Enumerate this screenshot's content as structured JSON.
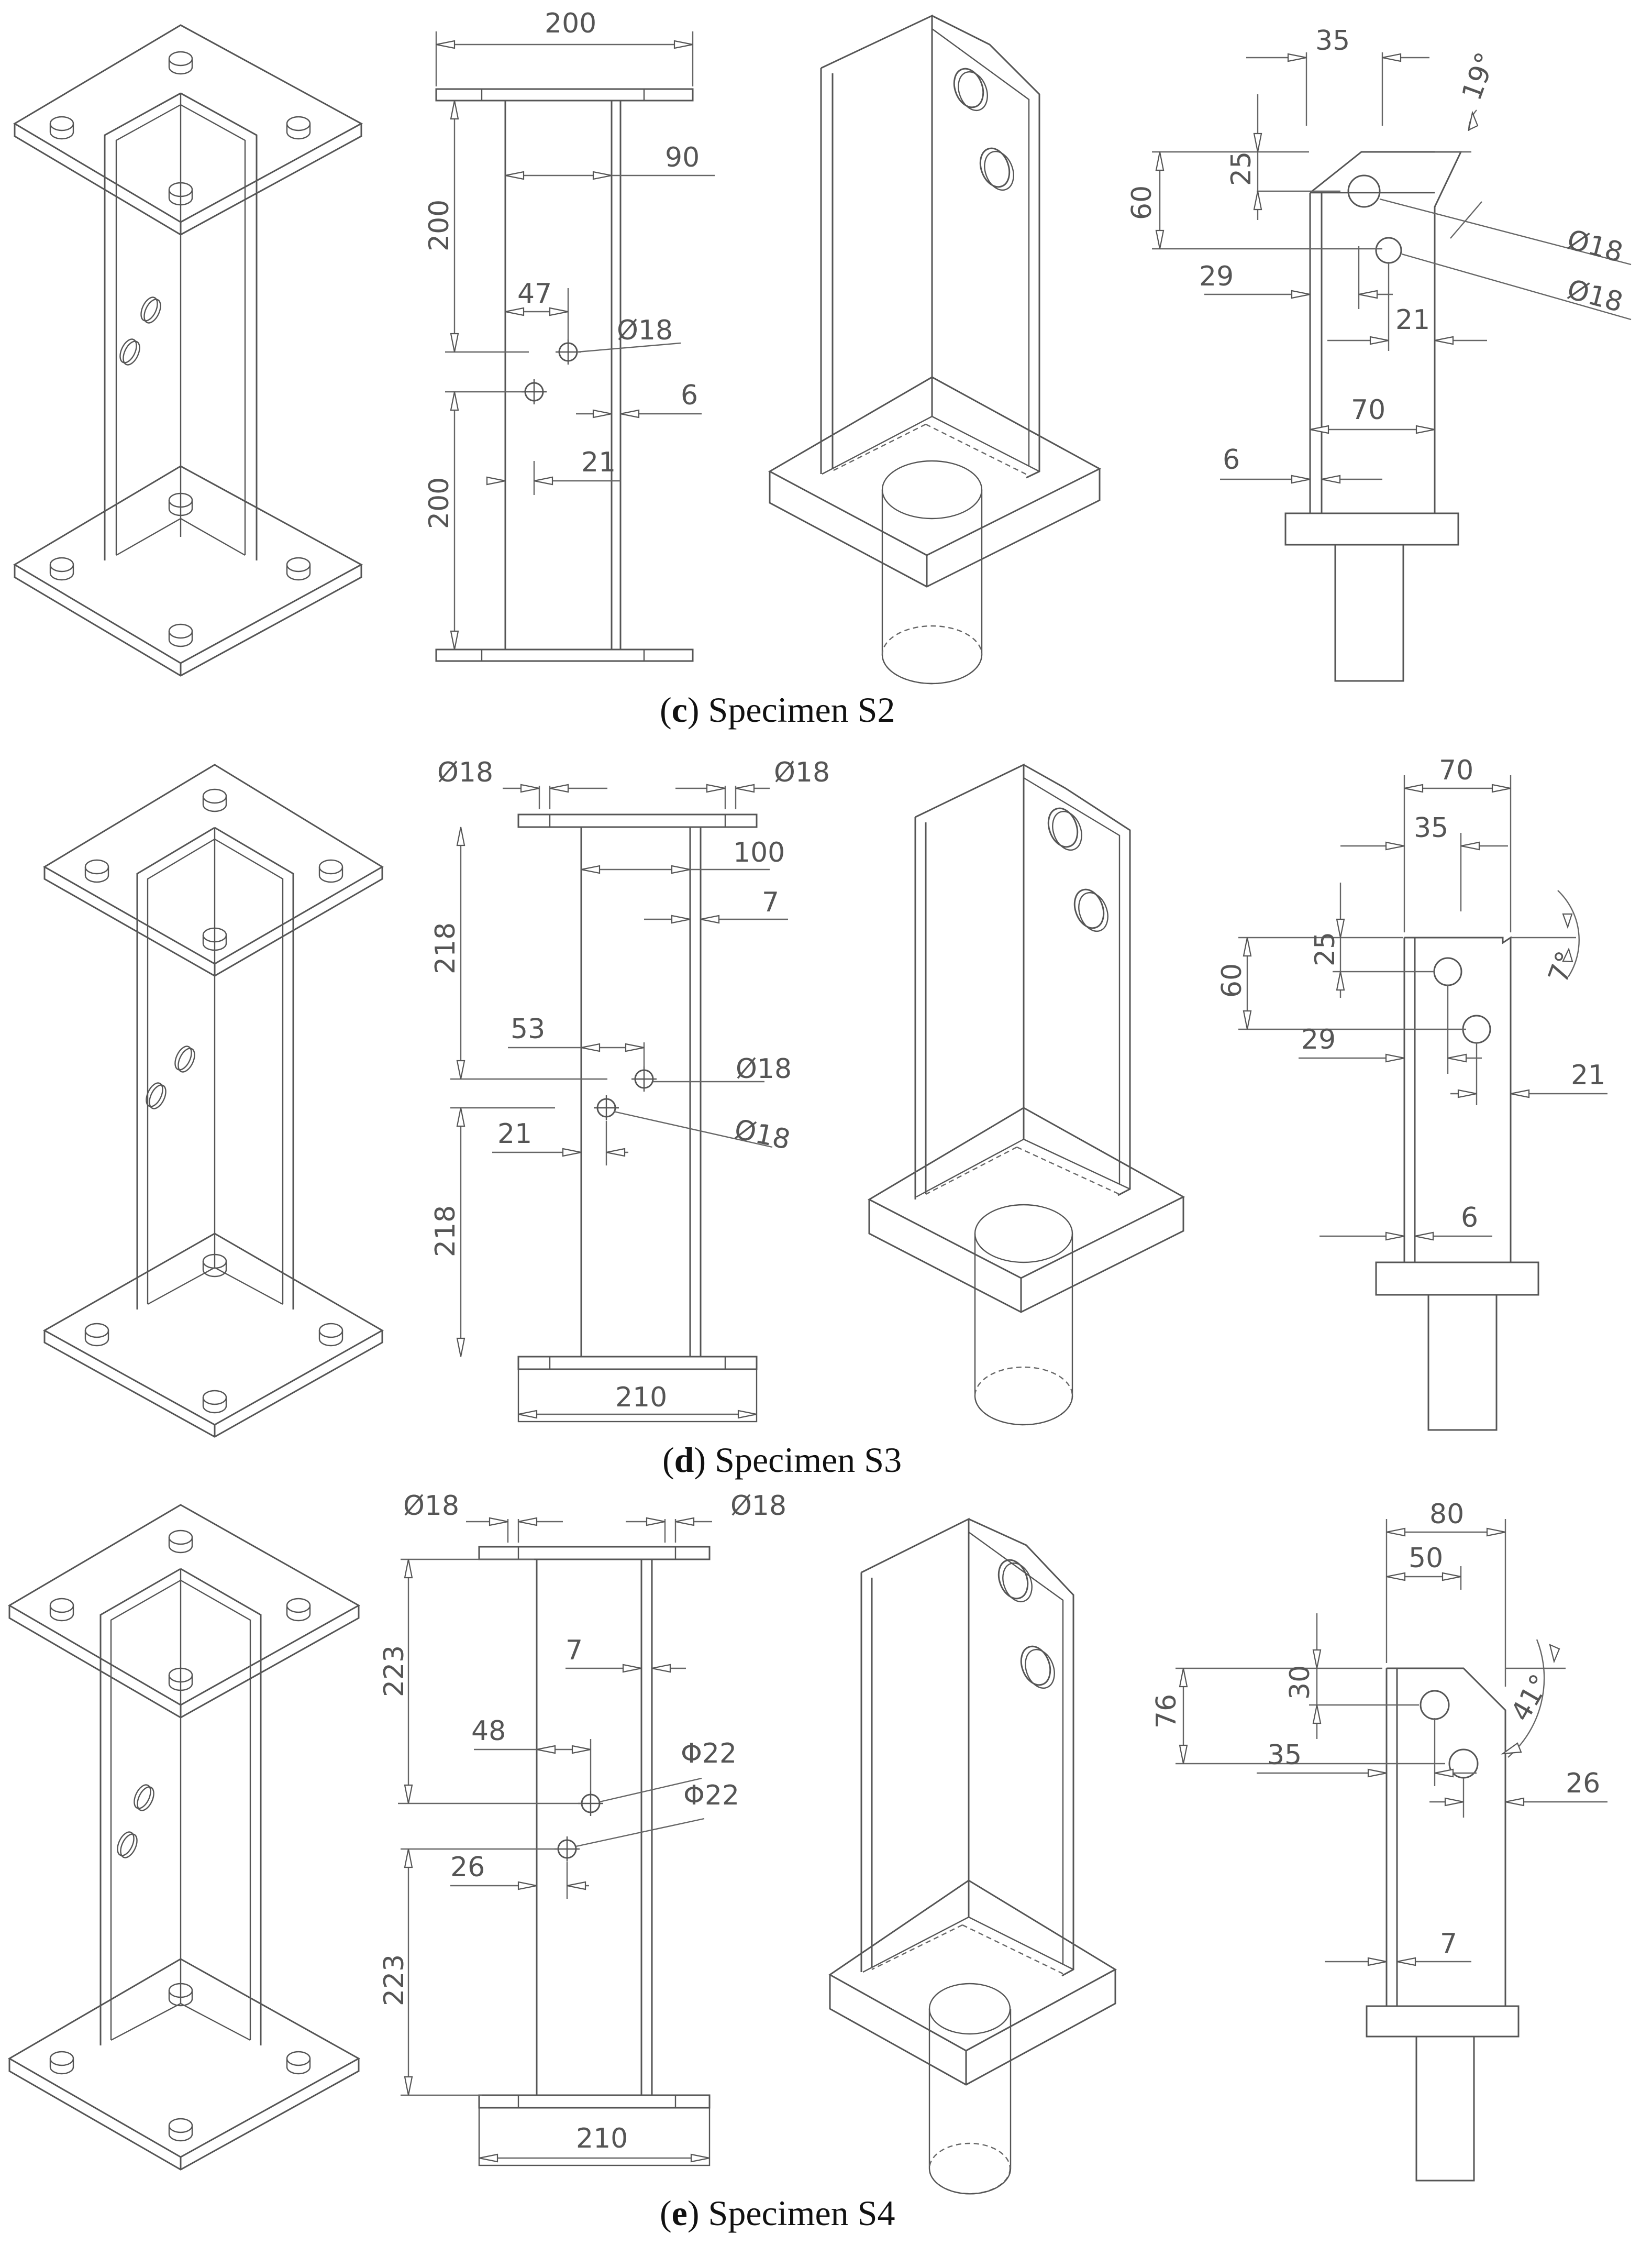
{
  "captions": {
    "c": {
      "open": "(",
      "letter": "c",
      "close": ")",
      "title": "Specimen S2"
    },
    "d": {
      "open": "(",
      "letter": "d",
      "close": ")",
      "title": "Specimen S3"
    },
    "e": {
      "open": "(",
      "letter": "e",
      "close": ")",
      "title": "Specimen S4"
    }
  },
  "s2": {
    "elevation": {
      "width": "200",
      "flange": "90",
      "upper": "200",
      "lower": "200",
      "hole_x": "47",
      "hole": "Ø18",
      "thickness": "6",
      "edge": "21"
    },
    "detail": {
      "top": "35",
      "angle": "19°",
      "depth": "60",
      "pitch": "25",
      "hole1": "Ø18",
      "hole2": "Ø18",
      "gauge": "29",
      "edge": "21",
      "leg": "70",
      "thickness": "6"
    }
  },
  "s3": {
    "elevation": {
      "hole_left": "Ø18",
      "hole_right": "Ø18",
      "flange": "100",
      "thickness": "7",
      "upper": "218",
      "lower": "218",
      "hole_x": "53",
      "hole1": "Ø18",
      "hole2": "Ø18",
      "edge": "21",
      "width": "210"
    },
    "detail": {
      "leg": "70",
      "top": "35",
      "depth": "60",
      "pitch": "25",
      "angle": "7°",
      "gauge": "29",
      "edge": "21",
      "thickness": "6"
    }
  },
  "s4": {
    "elevation": {
      "hole_left": "Ø18",
      "hole_right": "Ø18",
      "thickness": "7",
      "upper": "223",
      "lower": "223",
      "hole_x": "48",
      "hole1": "Φ22",
      "hole2": "Φ22",
      "edge": "26",
      "width": "210"
    },
    "detail": {
      "leg": "80",
      "top": "50",
      "depth": "76",
      "pitch": "30",
      "angle": "41°",
      "gauge": "35",
      "edge": "26",
      "thickness": "7"
    }
  }
}
